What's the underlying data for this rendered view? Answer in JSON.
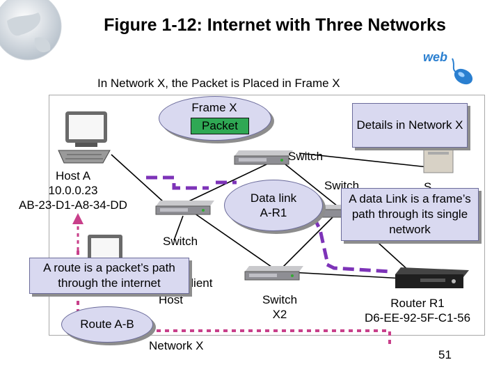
{
  "slide": {
    "title": "Figure 1-12: Internet with Three Networks",
    "subtitle": "In Network X, the Packet is Placed in Frame X",
    "page_number": "51",
    "logo_text": "web"
  },
  "frame": {
    "title": "Frame X",
    "packet": "Packet"
  },
  "callouts": {
    "details": "Details in Network X",
    "datalink_box": "A data Link is a frame’s path through its single network",
    "route_box": "A route is a packet’s path through the internet",
    "route_ab": "Route A-B",
    "datalink_oval_line1": "Data link",
    "datalink_oval_line2": "A-R1"
  },
  "host_a": {
    "name": "Host A",
    "ip": "10.0.0.23",
    "mac": "AB-23-D1-A8-34-DD"
  },
  "labels": {
    "switch_top": "Switch",
    "switch_right": "Switch",
    "switch_left": "Switch",
    "switch_x2_line1": "Switch",
    "switch_x2_line2": "X2",
    "client": "Client",
    "host": "Host",
    "server_partial": "S",
    "network_x": "Network X"
  },
  "router_r1": {
    "name": "Router R1",
    "mac": "D6-EE-92-5F-C1-56"
  },
  "colors": {
    "callout_fill": "#d9d9f0",
    "callout_border": "#6b6b9a",
    "packet_green": "#2fa854",
    "path_purple": "#7d33b8",
    "path_pink": "#c83f8a"
  }
}
